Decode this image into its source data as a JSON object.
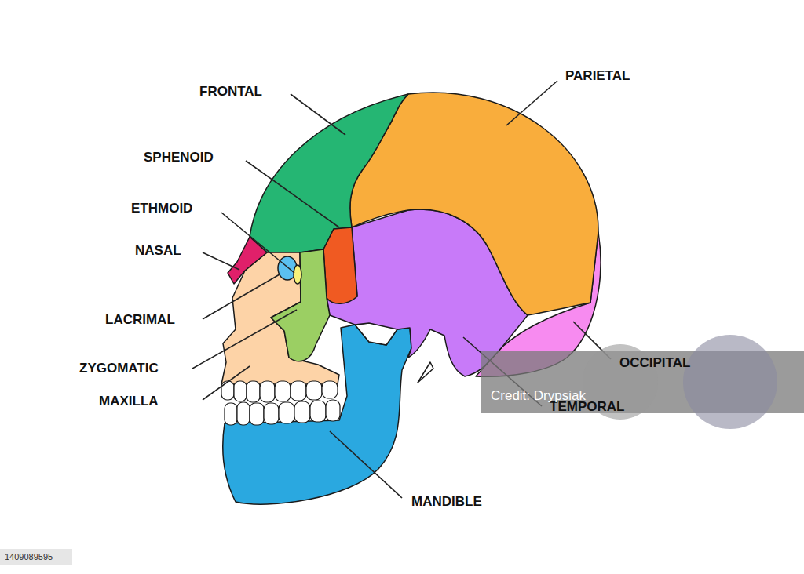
{
  "diagram": {
    "labels": [
      "FRONTAL",
      "PARIETAL",
      "SPHENOID",
      "ETHMOID",
      "NASAL",
      "LACRIMAL",
      "ZYGOMATIC",
      "MAXILLA",
      "OCCIPITAL",
      "TEMPORAL",
      "MANDIBLE",
      "Credit: Drypsiak",
      "1409089595"
    ]
  }
}
